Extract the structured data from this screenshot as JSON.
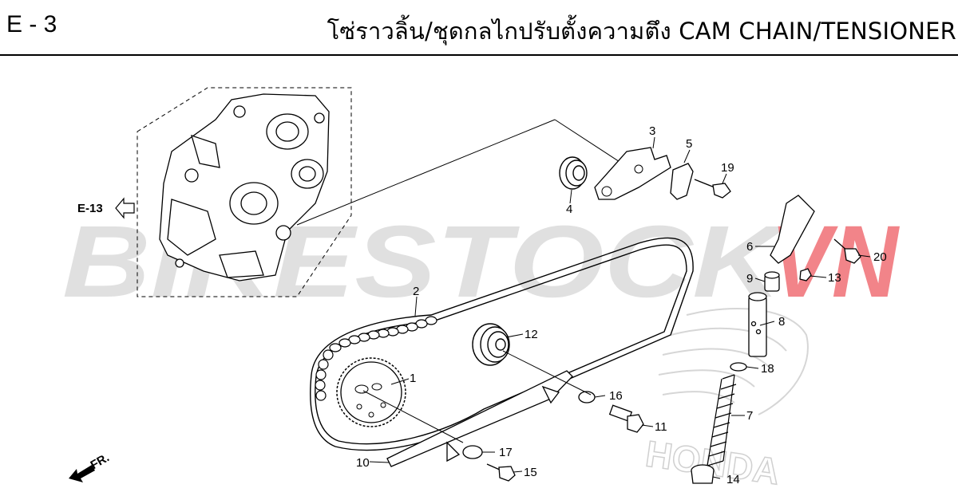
{
  "header": {
    "section_code": "E - 3",
    "title": "โซ่ราวลิ้น/ชุดกลไกปรับตั้งความตึง  CAM CHAIN/TENSIONER"
  },
  "watermark": {
    "text_main": "BIKESTOCK",
    "text_accent": "VN",
    "accent_color": "#e8202a",
    "main_color": "#c8c8c8"
  },
  "reference": {
    "label": "E-13"
  },
  "direction": {
    "label": "FR."
  },
  "brand_watermark": {
    "text": "HONDA"
  },
  "parts": [
    {
      "num": "1"
    },
    {
      "num": "2"
    },
    {
      "num": "3"
    },
    {
      "num": "4"
    },
    {
      "num": "5"
    },
    {
      "num": "6"
    },
    {
      "num": "7"
    },
    {
      "num": "8"
    },
    {
      "num": "9"
    },
    {
      "num": "10"
    },
    {
      "num": "11"
    },
    {
      "num": "12"
    },
    {
      "num": "13"
    },
    {
      "num": "14"
    },
    {
      "num": "15"
    },
    {
      "num": "16"
    },
    {
      "num": "17"
    },
    {
      "num": "18"
    },
    {
      "num": "19"
    },
    {
      "num": "20"
    }
  ]
}
